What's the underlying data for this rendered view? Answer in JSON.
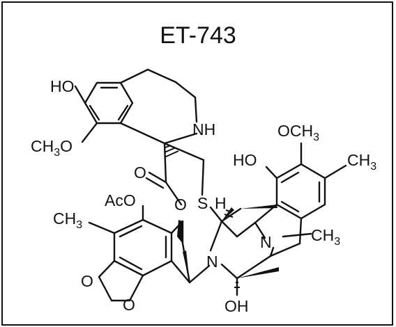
{
  "title": "ET-743",
  "atoms": {
    "ho_top": "HO",
    "ch3o_left": "CH",
    "ch3o_left_sub": "3",
    "ch3o_left_o": "O",
    "nh": "NH",
    "o_carbonyl": "O",
    "s": "S",
    "h_stereo": "H",
    "aco": "AcO",
    "o_ester": "O",
    "ch3_left": "CH",
    "ch3_left_sub": "3",
    "ho_right": "HO",
    "och3_top": "OCH",
    "och3_top_sub": "3",
    "ch3_right": "CH",
    "ch3_right_sub": "3",
    "n_right": "N",
    "n_ch3": "CH",
    "n_ch3_sub": "3",
    "n_center": "N",
    "oh_bottom": "OH",
    "o_diox_1": "O",
    "o_diox_2": "O"
  },
  "colors": {
    "ink": "#111111",
    "background": "#ffffff"
  }
}
